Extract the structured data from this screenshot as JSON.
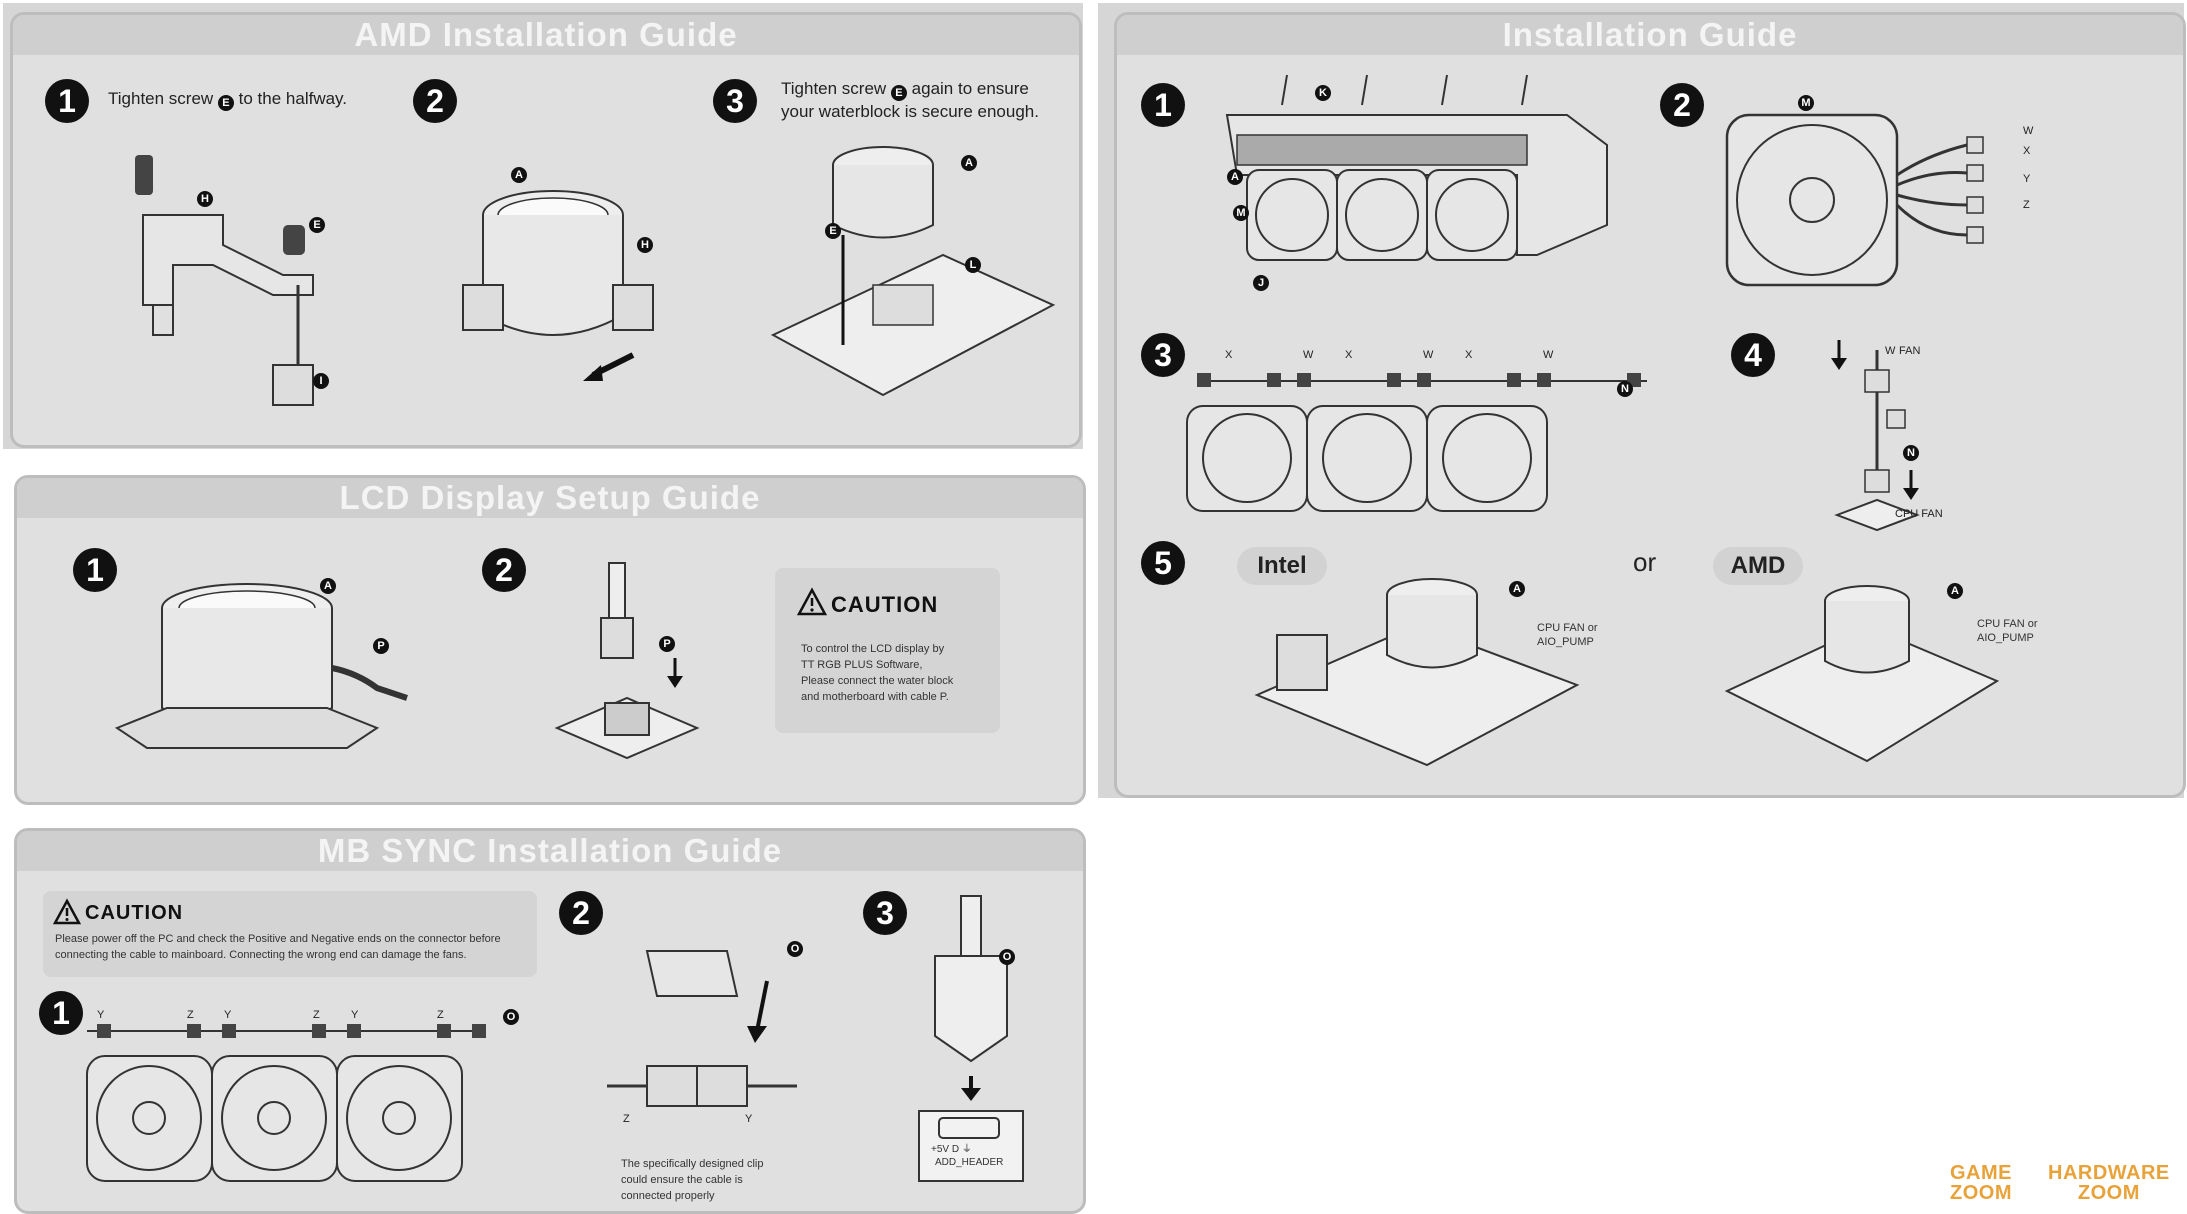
{
  "amd": {
    "title": "AMD Installation Guide",
    "steps": [
      "1",
      "2",
      "3"
    ],
    "step1_prefix": "Tighten screw",
    "step1_suffix": "to the halfway.",
    "step3_prefix": "Tighten screw",
    "step3_line1_suffix": "again to ensure",
    "step3_line2": "your waterblock is secure enough.",
    "tags": {
      "E": "E",
      "H": "H",
      "I": "I",
      "A": "A",
      "L": "L"
    }
  },
  "lcd": {
    "title": "LCD Display Setup Guide",
    "steps": [
      "1",
      "2"
    ],
    "tags": {
      "A": "A",
      "P": "P"
    },
    "caution_title": "CAUTION",
    "caution_text": [
      "To control the LCD display by",
      "TT RGB PLUS Software,",
      "Please connect the water block",
      "and motherboard with cable P."
    ]
  },
  "mb": {
    "title": "MB SYNC Installation Guide",
    "steps": [
      "1",
      "2",
      "3"
    ],
    "caution_title": "CAUTION",
    "caution_text": [
      "Please power off the PC and check the Positive and Negative ends on the connector before",
      "connecting the cable to mainboard. Connecting the wrong end can damage the fans."
    ],
    "letters": {
      "Y": "Y",
      "Z": "Z",
      "O": "O"
    },
    "clip_text": [
      "The specifically designed clip",
      "could ensure the cable is",
      "connected properly"
    ],
    "header_pins": "+5V  D       ⏚",
    "header_label": "ADD_HEADER"
  },
  "install": {
    "title": "Installation Guide",
    "steps": [
      "1",
      "2",
      "3",
      "4",
      "5"
    ],
    "tags": {
      "K": "K",
      "A": "A",
      "M": "M",
      "J": "J",
      "N": "N"
    },
    "wires": [
      "W",
      "X",
      "Y",
      "Z"
    ],
    "step3_letters": {
      "X": "X",
      "W": "W"
    },
    "fan_label": "FAN",
    "cpu_fan_label": "CPU FAN",
    "intel": "Intel",
    "or": "or",
    "amd": "AMD",
    "cpu_fan_aio": [
      "CPU FAN or",
      "AIO_PUMP"
    ]
  },
  "watermark": {
    "game": [
      "GAME",
      "ZOOM"
    ],
    "hardware": [
      "HARDWARE",
      "ZOOM"
    ]
  },
  "colors": {
    "panel": "#d6d6d6",
    "card": "#e0e0e0",
    "title_bg": "#cfcfcf",
    "watermark": "#e8a23a"
  }
}
